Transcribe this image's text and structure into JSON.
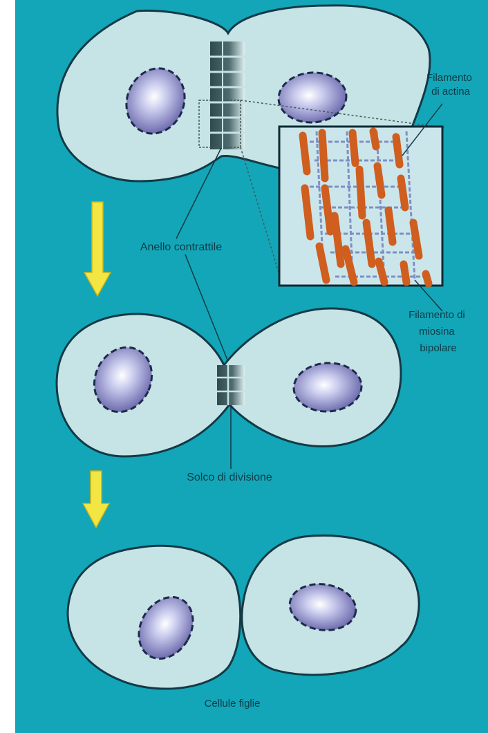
{
  "colors": {
    "background": "#12a6b8",
    "cytoplasm": "#c6e3e6",
    "outline": "#123a46",
    "nucleus_light": "#ffffff",
    "nucleus_dark": "#6462a8",
    "ring_dark": "#2f4a4d",
    "ring_light": "#dfeff0",
    "actin": "#cf5e1f",
    "myosin": "#7f8fc4",
    "arrow": "#f3e642",
    "arrow_edge": "#c8b418",
    "inset_bg": "#cbe6ea"
  },
  "labels": {
    "actin_filament": [
      "Filamento",
      "di actina"
    ],
    "contractile_ring": "Anello contrattile",
    "myosin_filament": [
      "Filamento di",
      "miosina",
      "bipolare"
    ],
    "division_furrow": "Solco di divisione",
    "daughter_cells": "Cellule figlie"
  },
  "icons": {
    "arrow_1": "down-arrow-icon",
    "arrow_2": "down-arrow-icon"
  }
}
